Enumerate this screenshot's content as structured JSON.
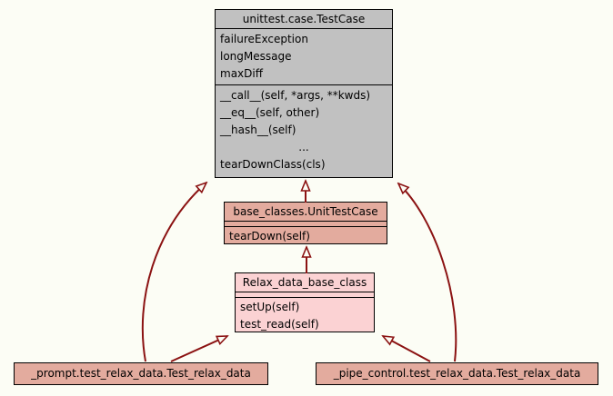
{
  "theme": {
    "bg": "#fcfdf5",
    "gray": "#c1c1c1",
    "salmon": "#e3ab9e",
    "pink": "#fbd2d3",
    "edge": "#8b1212",
    "border": "#000000"
  },
  "classes": [
    {
      "id": "testcase",
      "title": "unittest.case.TestCase",
      "attributes": [
        "failureException",
        "longMessage",
        "maxDiff"
      ],
      "methods": [
        "__call__(self, *args, **kwds)",
        "__eq__(self, other)",
        "__hash__(self)",
        "...",
        "tearDownClass(cls)"
      ]
    },
    {
      "id": "unittestcase",
      "title": "base_classes.UnitTestCase",
      "attributes": [],
      "methods": [
        "tearDown(self)"
      ]
    },
    {
      "id": "relaxbase",
      "title": "Relax_data_base_class",
      "attributes": [],
      "methods": [
        "setUp(self)",
        "test_read(self)"
      ]
    },
    {
      "id": "prompt",
      "title": "_prompt.test_relax_data.Test_relax_data",
      "attributes": [],
      "methods": []
    },
    {
      "id": "pipe",
      "title": "_pipe_control.test_relax_data.Test_relax_data",
      "attributes": [],
      "methods": []
    }
  ],
  "edges": [
    {
      "from": "base_classes.UnitTestCase",
      "to": "unittest.case.TestCase",
      "type": "inheritance"
    },
    {
      "from": "Relax_data_base_class",
      "to": "base_classes.UnitTestCase",
      "type": "inheritance"
    },
    {
      "from": "_prompt.test_relax_data.Test_relax_data",
      "to": "unittest.case.TestCase",
      "type": "inheritance"
    },
    {
      "from": "_prompt.test_relax_data.Test_relax_data",
      "to": "Relax_data_base_class",
      "type": "inheritance"
    },
    {
      "from": "_pipe_control.test_relax_data.Test_relax_data",
      "to": "unittest.case.TestCase",
      "type": "inheritance"
    },
    {
      "from": "_pipe_control.test_relax_data.Test_relax_data",
      "to": "Relax_data_base_class",
      "type": "inheritance"
    }
  ]
}
